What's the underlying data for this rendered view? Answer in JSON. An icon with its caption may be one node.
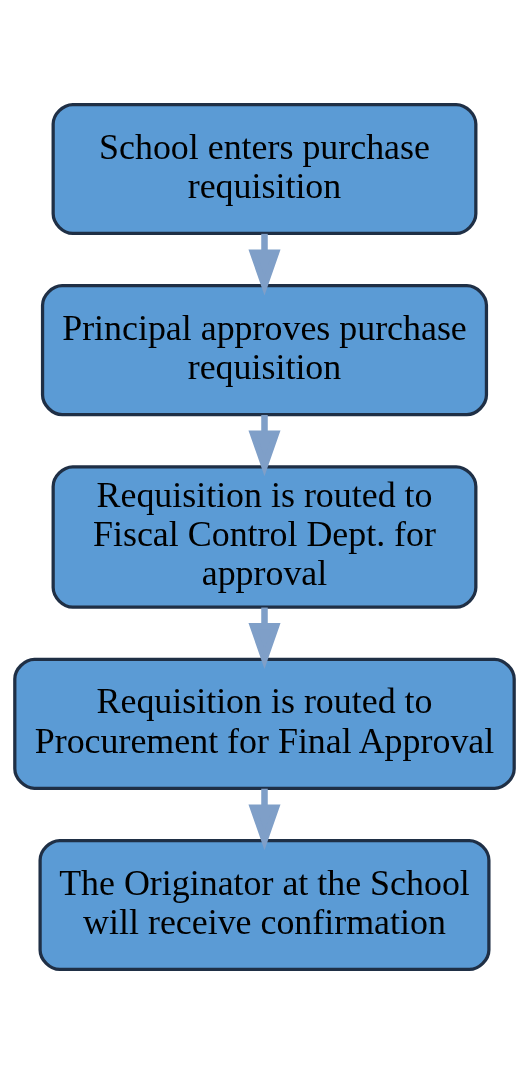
{
  "diagram": {
    "nodes": [
      {
        "text": [
          "School enters purchase requisition"
        ]
      },
      {
        "text": [
          "Principal approves purchase requisition"
        ]
      },
      {
        "text": [
          "Requisition is routed to Fiscal Control Dept. for approval"
        ]
      },
      {
        "text": [
          "Requisition is routed to Procurement for Final Approval"
        ]
      },
      {
        "text": [
          "The Originator at the School will receive confirmation"
        ]
      }
    ],
    "edges": [
      {
        "from": 0,
        "to": 1,
        "arrow": "to"
      },
      {
        "from": 1,
        "to": 2,
        "arrow": "to"
      },
      {
        "from": 2,
        "to": 3,
        "arrow": "to"
      },
      {
        "from": 3,
        "to": 4,
        "arrow": "to"
      }
    ]
  }
}
